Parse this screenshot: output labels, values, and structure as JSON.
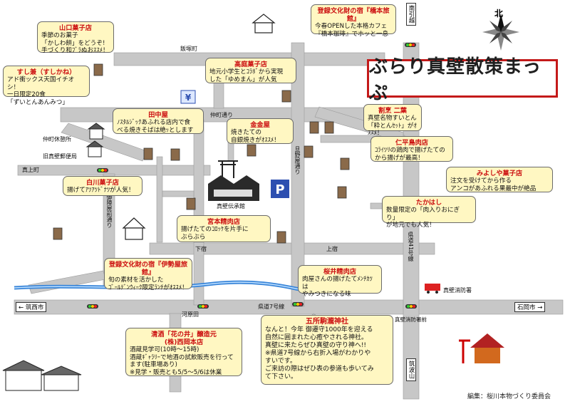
{
  "title": "ぶらり真壁散策まっぷ",
  "credit": "編集：桜川本物づくり委員会",
  "north": "北",
  "colors": {
    "road": "#c7c7c7",
    "callout_bg": "#fff7c2",
    "title_red": "#cc1111",
    "border_red": "#c41a1a",
    "river": "#3a86d9",
    "green": "#2f8f2f"
  },
  "roads": {
    "hiyoshi": "飯塚町",
    "nakadori": "仲町通り",
    "kamiue": "真上町",
    "shimo_juku": "下宿",
    "kamijuku": "上宿",
    "kenrun7": "県道7号線",
    "kawaharada": "河原田",
    "kenmado41": "県道41号線",
    "oshima": "御陣屋前通り",
    "kamidoubashi": "旦野屋通り",
    "chikuseishi": "← 筑西市",
    "ishiokashi": "石岡市 →",
    "minamidori": "南引越",
    "tsukubasan": "筑波山",
    "kamegaya_cross": "真壁消防署前"
  },
  "places": {
    "nakamachi_rest": "仲町休憩所",
    "old_post": "旧真壁郵便局",
    "denshokan": "真壁伝承館",
    "fire_station": "真壁消防署",
    "parking": "P",
    "bank": "¥"
  },
  "callouts": [
    {
      "id": "yamaguchi",
      "title": "山口菓子店",
      "body": "季節のお菓子\n「かしわ餅」をどうぞ!\n手づくり和ﾌﾞﾗぬおｽｽﾒ！"
    },
    {
      "id": "sushi",
      "title": "すし兼（すしかね）",
      "body": "アド衝ックス天国イチオシ！\n一日限定20食\n「ずいとんあんみつ」"
    },
    {
      "id": "tanakaya",
      "title": "田中屋",
      "body": "ﾉｽﾀﾙｼﾞｯｸあふれる店内で食\nべる焼きそばは絶ｯとします"
    },
    {
      "id": "takase",
      "title": "高庭菓子店",
      "body": "地元小学生とｺﾗﾎﾞから実現\nした「ゆめまん」が人気"
    },
    {
      "id": "kinkin",
      "title": "金金屋",
      "body": "焼きたての\n自銀焼きがｵｽｽﾒ！"
    },
    {
      "id": "hashimoto",
      "title": "登録文化財の宿『橋本旅館』",
      "body": "今春OPENした本格カフェ\n『橋本珈琲』でホッと一息"
    },
    {
      "id": "kappo",
      "title": "割烹 二葉",
      "body": "真壁名物すいとん\n「粋とんｾｯﾄ」がｵｽｽﾒ！"
    },
    {
      "id": "nihei",
      "title": "仁平鳥肉店",
      "body": "ｺﾗｲﾂﾘの鶏肉で揚げたての\nから揚げが最高！"
    },
    {
      "id": "miyoshiya",
      "title": "みよしや菓子店",
      "body": "注文を受けてから作る\nアンコがあふれる果最中が絶品"
    },
    {
      "id": "takahashi",
      "title": "たかはし",
      "body": "数量限定の「肉入りおにぎり」\nが地元でも人気！"
    },
    {
      "id": "shirakawa",
      "title": "白川菓子店",
      "body": "揚げてｱﾂｱﾂﾄﾞﾅﾂが人気！"
    },
    {
      "id": "miyamoto",
      "title": "宮本精肉店",
      "body": "揚げたてのｺﾛｯｹを片手に\nぶらぶら"
    },
    {
      "id": "isaya",
      "title": "登録文化財の宿『伊勢屋旅館』",
      "body": "旬の素材を活かした\nｺﾞｰﾙﾃﾞﾝｳｨｰｸ限定ﾗﾝﾁがｵｽｽﾒ！"
    },
    {
      "id": "sakurai",
      "title": "桜井精肉店",
      "body": "肉屋さんの揚げたてﾒﾝﾁｶﾂは\nやみつきになる味"
    },
    {
      "id": "sake",
      "title": "清酒「花の井」醸造元\n(株)西岡本店",
      "body": "酒蔵見学可(10時〜15時)\n酒蔵ｷﾞｬﾗﾘｰで地酒の試飲販売を行って\nます(駐車場あり)\n※見学・販売とも5/5〜5/6は休業"
    },
    {
      "id": "goshorikoma",
      "title": "五所駒瀧神社",
      "body": "なんと！今年 御遷守1000年を迎える\n自然に囲まれた心癒やされる神社。\n真壁に来たらぜひ真壁の守り神へ!!\n※県道7号線から右折入場がわかりや\nすいです。\nご来訪の際はぜひ表の参道も歩いてみ\nて下さい。"
    }
  ]
}
